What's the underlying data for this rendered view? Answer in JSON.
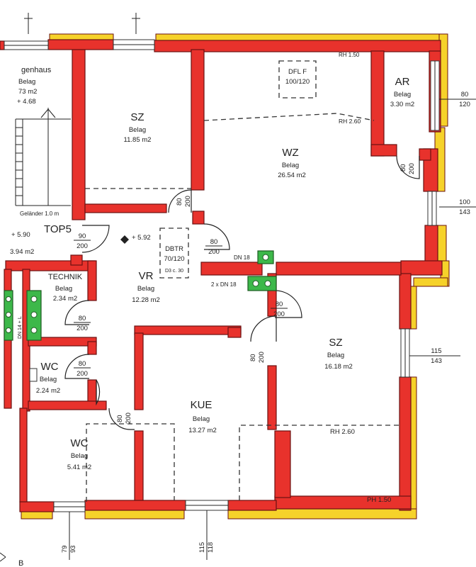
{
  "rooms": {
    "stair": {
      "name": "genhaus",
      "floor": "Belag",
      "area": "73 m2",
      "extra": "+ 4.68",
      "railing": "Geländer 1.0 m"
    },
    "sz1": {
      "name": "SZ",
      "floor": "Belag",
      "area": "11.85 m2"
    },
    "wz": {
      "name": "WZ",
      "floor": "Belag",
      "area": "26.54 m2"
    },
    "ar": {
      "name": "AR",
      "floor": "Belag",
      "area": "3.30 m2"
    },
    "top5": {
      "name": "TOP5",
      "level": "+ 5.90",
      "area": "3.94 m2"
    },
    "technik": {
      "name": "TECHNIK",
      "floor": "Belag",
      "area": "2.34 m2"
    },
    "vr": {
      "name": "VR",
      "floor": "Belag",
      "area": "12.28 m2",
      "level": "+ 5.92"
    },
    "wc1": {
      "name": "WC",
      "floor": "Belag",
      "area": "2.24 m2"
    },
    "wc2": {
      "name": "WC",
      "floor": "Belag",
      "area": "5.41 m2"
    },
    "kue": {
      "name": "KUE",
      "floor": "Belag",
      "area": "13.27 m2"
    },
    "sz2": {
      "name": "SZ",
      "floor": "Belag",
      "area": "16.18 m2"
    }
  },
  "annotations": {
    "dfl_a": "DFL F",
    "dfl_b": "100/120",
    "rh_top": "RH 1.50",
    "rh_wz": "RH 2.60",
    "rh_sz": "RH 2.60",
    "ph": "PH 1.50",
    "dbtr_a": "DBTR",
    "dbtr_b": "70/120",
    "dbtr_c": "D3 c. 30",
    "dn18": "DN 18",
    "dn2x": "2 x DN 18",
    "dn14": "DN 14 + L",
    "section": "B"
  },
  "doors": {
    "d_top5_a": "90",
    "d_top5_b": "200",
    "d_sz1_a": "80",
    "d_sz1_b": "200",
    "d_wz_a": "80",
    "d_wz_b": "200",
    "d_ar_a": "80",
    "d_ar_b": "200",
    "d_tech_a": "80",
    "d_tech_b": "200",
    "d_wc_a": "80",
    "d_wc_b": "200",
    "d_wc2_a": "80",
    "d_wc2_b": "200",
    "d_kue_a": "80",
    "d_kue_b": "200",
    "d_sz2_a": "80",
    "d_sz2_b": "200"
  },
  "windows": {
    "w_ar_a": "80",
    "w_ar_b": "120",
    "w_wz_a": "100",
    "w_wz_b": "143",
    "w_sz_a": "115",
    "w_sz_b": "143",
    "w_wc_a": "79",
    "w_wc_b": "93",
    "w_kue_a": "115",
    "w_kue_b": "118"
  },
  "colors": {
    "wall": "#e8322c",
    "insulation": "#f6d22a",
    "duct": "#3db84a"
  }
}
